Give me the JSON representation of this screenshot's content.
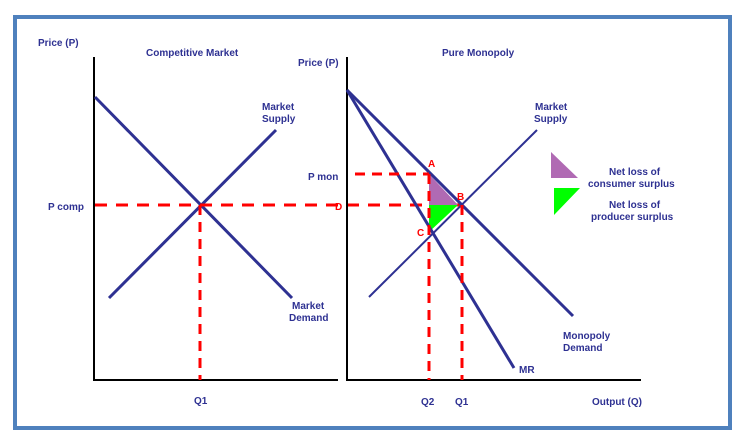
{
  "colors": {
    "frame": "#4f81bd",
    "curve": "#2e3192",
    "guide": "#ff0000",
    "axis": "#000000",
    "consumer_loss": "#b06ab3",
    "producer_loss": "#00ff00"
  },
  "left_panel": {
    "title": "Competitive Market",
    "y_axis_label": "Price (P)",
    "price_label": "P comp",
    "quantity_label": "Q1",
    "supply_label_line1": "Market",
    "supply_label_line2": "Supply",
    "demand_label_line1": "Market",
    "demand_label_line2": "Demand"
  },
  "right_panel": {
    "title": "Pure Monopoly",
    "y_axis_label": "Price (P)",
    "x_axis_label": "Output (Q)",
    "p_mon_label": "P mon",
    "q2_label": "Q2",
    "q1_label": "Q1",
    "supply_label_line1": "Market",
    "supply_label_line2": "Supply",
    "demand_label_line1": "Monopoly",
    "demand_label_line2": "Demand",
    "mr_label": "MR",
    "points": {
      "a": "A",
      "b": "B",
      "c": "C",
      "d": "D"
    }
  },
  "legend": [
    {
      "line1": "Net loss of",
      "line2": "consumer surplus",
      "color_key": "consumer_loss"
    },
    {
      "line1": "Net loss of",
      "line2": "producer surplus",
      "color_key": "producer_loss"
    }
  ]
}
